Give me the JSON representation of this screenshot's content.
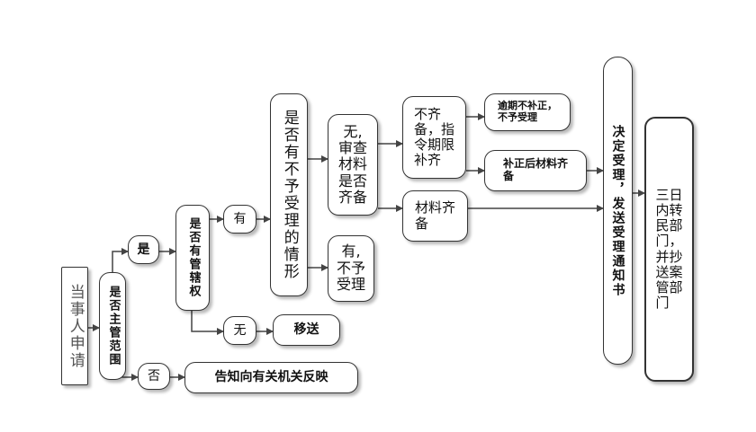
{
  "nodes": {
    "applicant": "当事人申请",
    "scope": "是否主管范围",
    "yes1": "是",
    "no1": "否",
    "jurisdiction": "是否有管辖权",
    "has": "有",
    "none": "无",
    "transfer": "移送",
    "inform": "告知向有关机关反映",
    "reject_check": "是否有不予受理的情形",
    "none_review": "无,\n审查\n材料\n是否\n齐备",
    "has_reject": "有,\n不予\n受理",
    "incomplete": "不齐\n备，指\n令期限\n补齐",
    "complete": "材料齐\n备",
    "overdue": "逾期不补正，\n不予受理",
    "after_fix": "补正后材料齐\n备",
    "accept": "决定受理，发送受理通知书",
    "forward": "三日\n内转\n民部\n门，\n并抄\n送案\n管部\n门"
  },
  "colors": {
    "line": "#444444",
    "border": "#333333"
  }
}
